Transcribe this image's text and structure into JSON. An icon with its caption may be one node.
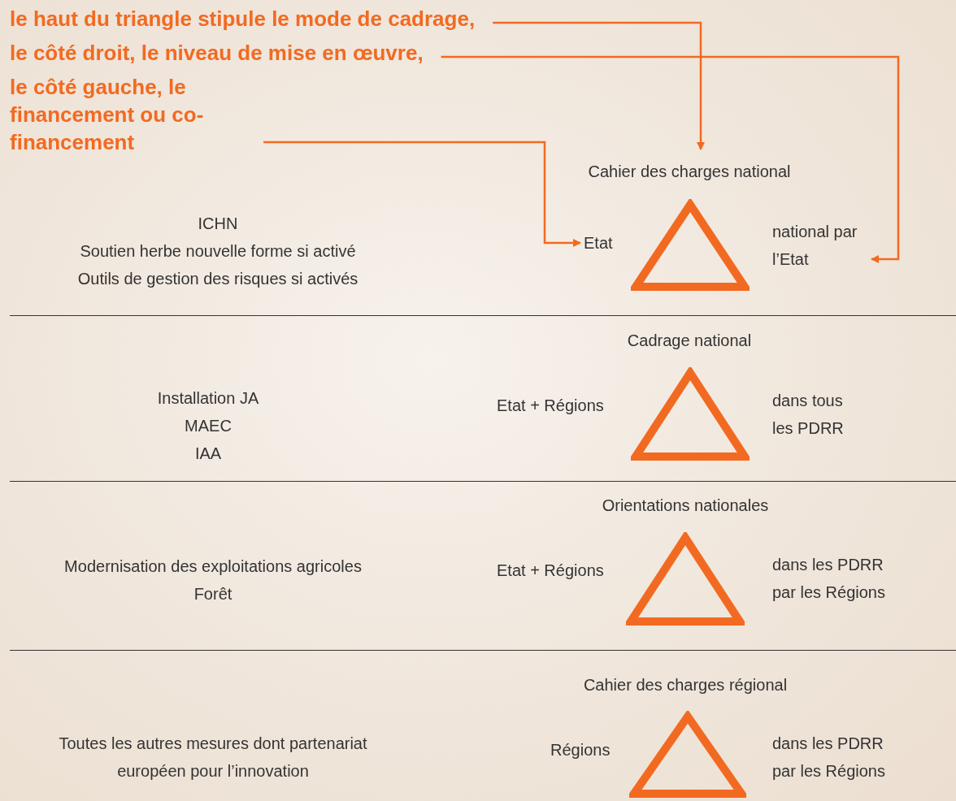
{
  "diagram": {
    "nodes": [
      {
        "text": [
          "le haut du triangle stipule le mode de cadrage,"
        ]
      },
      {
        "text": [
          "le côté droit, le niveau de mise en œuvre,"
        ]
      },
      {
        "text": [
          "le côté gauche, le financement ou co-financement"
        ]
      },
      {
        "text": [
          "Cahier des charges national"
        ]
      },
      {
        "text": [
          "Etat"
        ]
      },
      {
        "text": [
          "national par l’Etat"
        ]
      },
      {
        "text": [],
        "shape": "triangle"
      },
      {
        "text": [],
        "shape": "triangle",
        "beside": [
          "Cadrage national",
          "Etat + Régions",
          "dans tous les PDRR"
        ]
      },
      {
        "text": [],
        "shape": "triangle",
        "beside": [
          "Orientations nationales",
          "Etat + Régions",
          "dans les PDRR par les Régions"
        ]
      },
      {
        "text": [],
        "shape": "triangle",
        "beside": [
          "Cahier des charges régional",
          "Régions",
          "dans les PDRR par les Régions"
        ]
      }
    ],
    "edges": [
      {
        "from": 0,
        "to": 3,
        "arrow": "to"
      },
      {
        "from": 1,
        "to": 5,
        "arrow": "to"
      },
      {
        "from": 2,
        "to": 4,
        "arrow": "to"
      }
    ],
    "labels": [
      "ICHN",
      "Soutien herbe nouvelle forme si activé",
      "Outils de gestion des risques si activés",
      "Installation JA",
      "MAEC",
      "IAA",
      "Modernisation des exploitations agricoles",
      "Forêt",
      "Toutes les autres mesures dont partenariat européen pour l’innovation"
    ]
  }
}
